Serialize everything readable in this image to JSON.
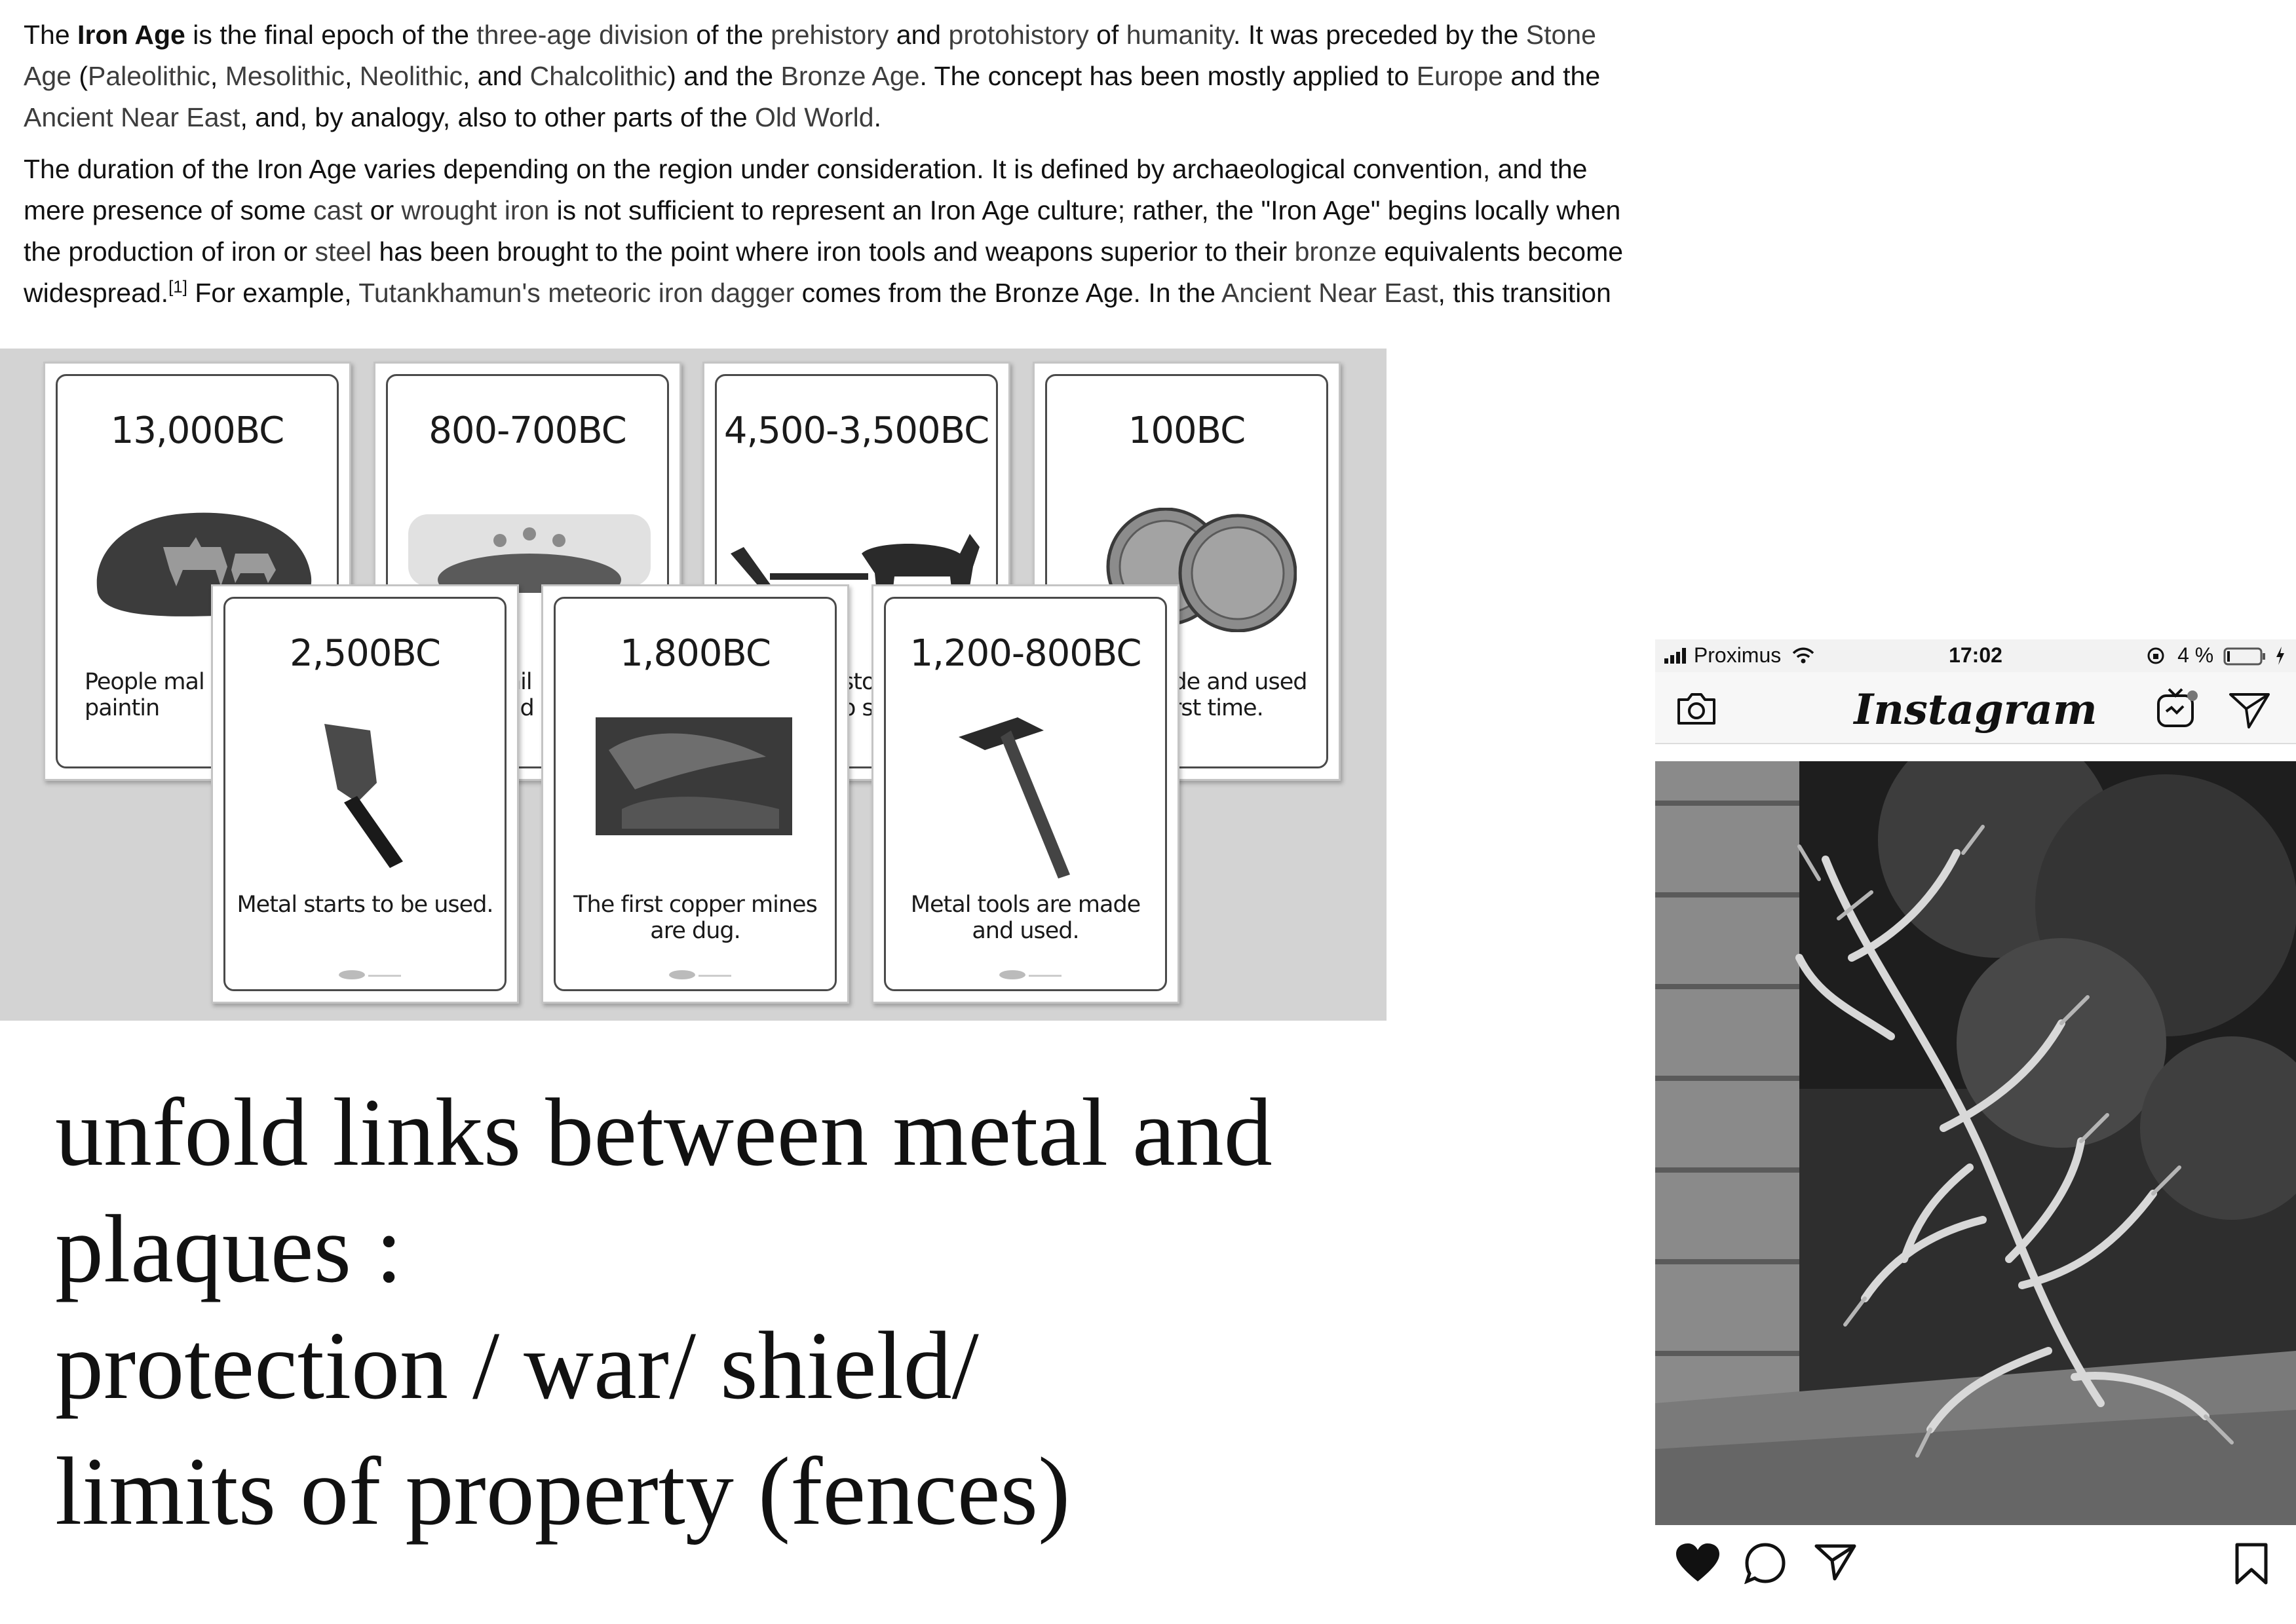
{
  "wiki": {
    "p1": [
      {
        "t": "The ",
        "k": "txt"
      },
      {
        "t": "Iron Age",
        "k": "bold"
      },
      {
        "t": " is the final epoch of the ",
        "k": "txt"
      },
      {
        "t": "three-age division",
        "k": "lnk"
      },
      {
        "t": " of the ",
        "k": "txt"
      },
      {
        "t": "prehistory",
        "k": "lnk"
      },
      {
        "t": " and ",
        "k": "txt"
      },
      {
        "t": "protohistory",
        "k": "lnk"
      },
      {
        "t": " of ",
        "k": "txt"
      },
      {
        "t": "humanity",
        "k": "lnk"
      },
      {
        "t": ". It was preceded by the ",
        "k": "txt"
      },
      {
        "t": "Stone Age",
        "k": "lnk"
      },
      {
        "t": " (",
        "k": "txt"
      },
      {
        "t": "Paleolithic",
        "k": "lnk"
      },
      {
        "t": ", ",
        "k": "txt"
      },
      {
        "t": "Mesolithic",
        "k": "lnk"
      },
      {
        "t": ", ",
        "k": "txt"
      },
      {
        "t": "Neolithic",
        "k": "lnk"
      },
      {
        "t": ", and ",
        "k": "txt"
      },
      {
        "t": "Chalcolithic",
        "k": "lnk"
      },
      {
        "t": ") and the ",
        "k": "txt"
      },
      {
        "t": "Bronze Age",
        "k": "lnk"
      },
      {
        "t": ". The concept has been mostly applied to ",
        "k": "txt"
      },
      {
        "t": "Europe",
        "k": "lnk"
      },
      {
        "t": " and the ",
        "k": "txt"
      },
      {
        "t": "Ancient Near East",
        "k": "lnk"
      },
      {
        "t": ", and, by analogy, also to other parts of the ",
        "k": "txt"
      },
      {
        "t": "Old World",
        "k": "lnk"
      },
      {
        "t": ".",
        "k": "txt"
      }
    ],
    "p2": [
      {
        "t": "The duration of the Iron Age varies depending on the region under consideration. It is defined by archaeological convention, and the mere presence of some ",
        "k": "txt"
      },
      {
        "t": "cast",
        "k": "lnk"
      },
      {
        "t": " or ",
        "k": "txt"
      },
      {
        "t": "wrought iron",
        "k": "lnk"
      },
      {
        "t": " is not sufficient to represent an Iron Age culture; rather, the \"Iron Age\" begins locally when the production of iron or ",
        "k": "txt"
      },
      {
        "t": "steel",
        "k": "lnk"
      },
      {
        "t": " has been brought to the point where iron tools and weapons superior to their ",
        "k": "txt"
      },
      {
        "t": "bronze",
        "k": "lnk"
      },
      {
        "t": " equivalents become widespread.",
        "k": "txt"
      },
      {
        "t": "[1]",
        "k": "sup"
      },
      {
        "t": " For example, ",
        "k": "txt"
      },
      {
        "t": "Tutankhamun's meteoric iron dagger",
        "k": "lnk"
      },
      {
        "t": " comes from the Bronze Age. In the ",
        "k": "txt"
      },
      {
        "t": "Ancient Near East",
        "k": "lnk"
      },
      {
        "t": ", this transition",
        "k": "txt"
      }
    ]
  },
  "cards_back": [
    {
      "date": "13,000BC",
      "caption": "People mal\npaintin"
    },
    {
      "date": "800-700BC",
      "caption": "hil\nad"
    },
    {
      "date": "4,500-3,500BC",
      "caption": "sto\no s"
    },
    {
      "date": "100BC",
      "caption": "ade and used\nfirst time."
    }
  ],
  "cards_front": [
    {
      "date": "2,500BC",
      "caption": "Metal starts to be used."
    },
    {
      "date": "1,800BC",
      "caption": "The first copper mines\nare dug."
    },
    {
      "date": "1,200-800BC",
      "caption": "Metal tools are made\nand used."
    }
  ],
  "notes": {
    "line1": "unfold links between metal and",
    "line2": "plaques :",
    "line3": "protection / war/ shield/",
    "line4": "limits of property (fences)"
  },
  "instagram": {
    "carrier": "Proximus",
    "time": "17:02",
    "battery": "4 %",
    "brand": "Instagram"
  },
  "icons": [
    "camera-icon",
    "igtv-icon",
    "direct-send-icon",
    "heart-icon",
    "comment-icon",
    "share-icon",
    "bookmark-icon",
    "signal-icon",
    "wifi-icon",
    "battery-icon"
  ]
}
